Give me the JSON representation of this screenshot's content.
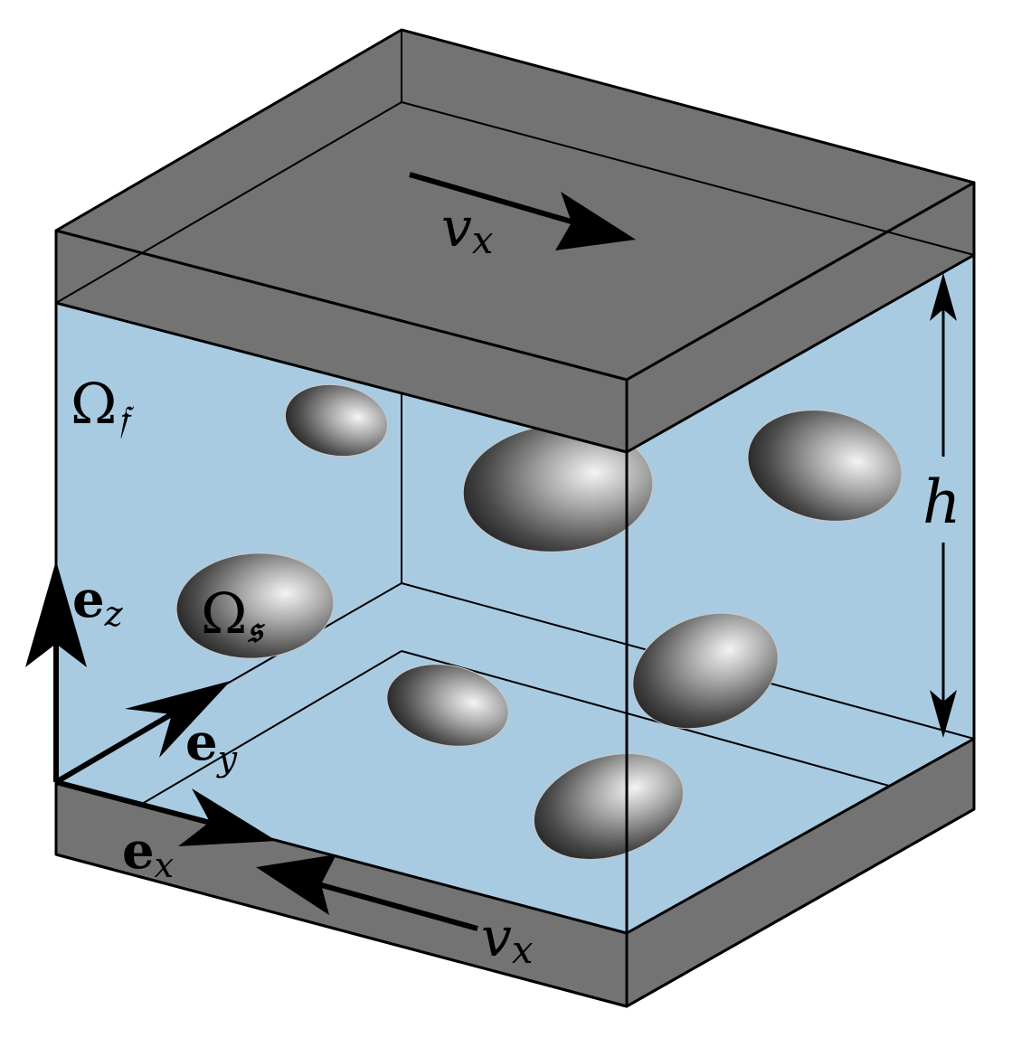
{
  "colors": {
    "fluid": "#a9cbe2",
    "plate": "#737373",
    "edge": "#000000",
    "background": "#ffffff"
  },
  "labels": {
    "top_velocity": {
      "main": "v",
      "sub": "x"
    },
    "bottom_velocity": {
      "main": "v",
      "sub": "x"
    },
    "fluid_domain": {
      "main": "Ω",
      "sub": "𝔣"
    },
    "solid_domain": {
      "main": "Ω",
      "sub": "𝔰"
    },
    "height": "h",
    "axis_x": {
      "main": "e",
      "sub": "x"
    },
    "axis_y": {
      "main": "e",
      "sub": "y"
    },
    "axis_z": {
      "main": "e",
      "sub": "z"
    }
  }
}
